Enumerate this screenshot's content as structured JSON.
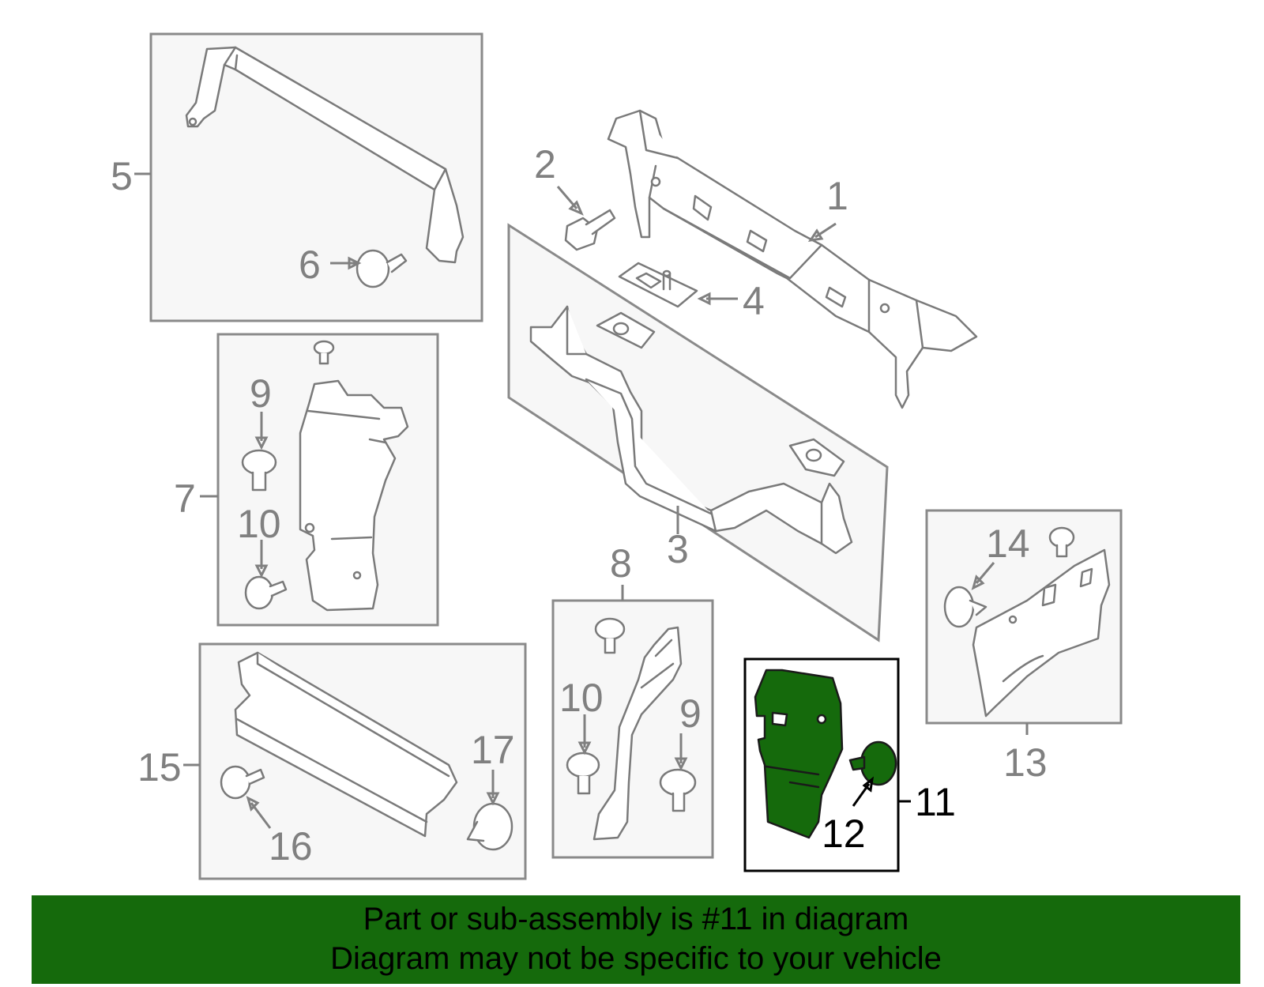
{
  "colors": {
    "highlight": "#156a0c",
    "banner": "#156a0c",
    "gray": "#808080"
  },
  "callouts": [
    "1",
    "2",
    "3",
    "4",
    "5",
    "6",
    "7",
    "8",
    "9",
    "9",
    "10",
    "10",
    "11",
    "12",
    "13",
    "14",
    "15",
    "16",
    "17"
  ],
  "highlighted_part": "11",
  "banner": {
    "line1": "Part or sub-assembly is #11 in diagram",
    "line2": "Diagram may not be specific to your vehicle"
  }
}
